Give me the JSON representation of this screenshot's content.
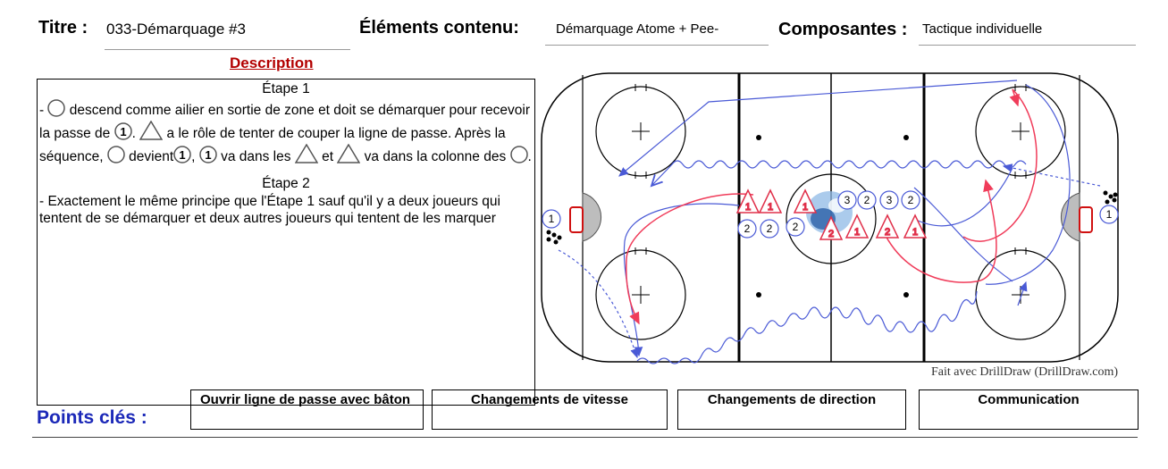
{
  "header": {
    "titre_label": "Titre :",
    "titre_value": "033-Démarquage #3",
    "elements_label": "Éléments contenu:",
    "elements_value": "Démarquage Atome + Pee-",
    "composantes_label": "Composantes :",
    "composantes_value": "Tactique individuelle"
  },
  "description": {
    "heading": "Description",
    "etape1_title": "Étape 1",
    "e1_a": "- ",
    "e1_b": " descend comme ailier en sortie de zone et doit se démarquer pour recevoir la passe de ",
    "e1_c": ". ",
    "e1_d": " a le rôle de tenter de couper la ligne de passe. Après la séquence, ",
    "e1_e": " devient",
    "e1_f": ", ",
    "e1_g": " va dans les ",
    "e1_h": " et ",
    "e1_i": " va dans la colonne des ",
    "e1_j": ".",
    "etape2_title": "Étape 2",
    "etape2_text": "- Exactement le même principe que l'Étape 1 sauf qu'il y a deux joueurs qui tentent de se démarquer et deux autres joueurs  qui tentent de les marquer"
  },
  "rink": {
    "credit": "Fait avec DrillDraw (DrillDraw.com)",
    "player_1": "1",
    "player_2": "2",
    "player_3": "3",
    "line_color": "#000000",
    "skate_path_color": "#4a5ad6",
    "pass_color": "#f03c5a",
    "cone_color": "#e0304a"
  },
  "points_cles": {
    "label": "Points clés :",
    "items": [
      "Ouvrir ligne de passe avec bâton",
      "Changements de vitesse",
      "Changements de direction",
      "Communication"
    ]
  }
}
